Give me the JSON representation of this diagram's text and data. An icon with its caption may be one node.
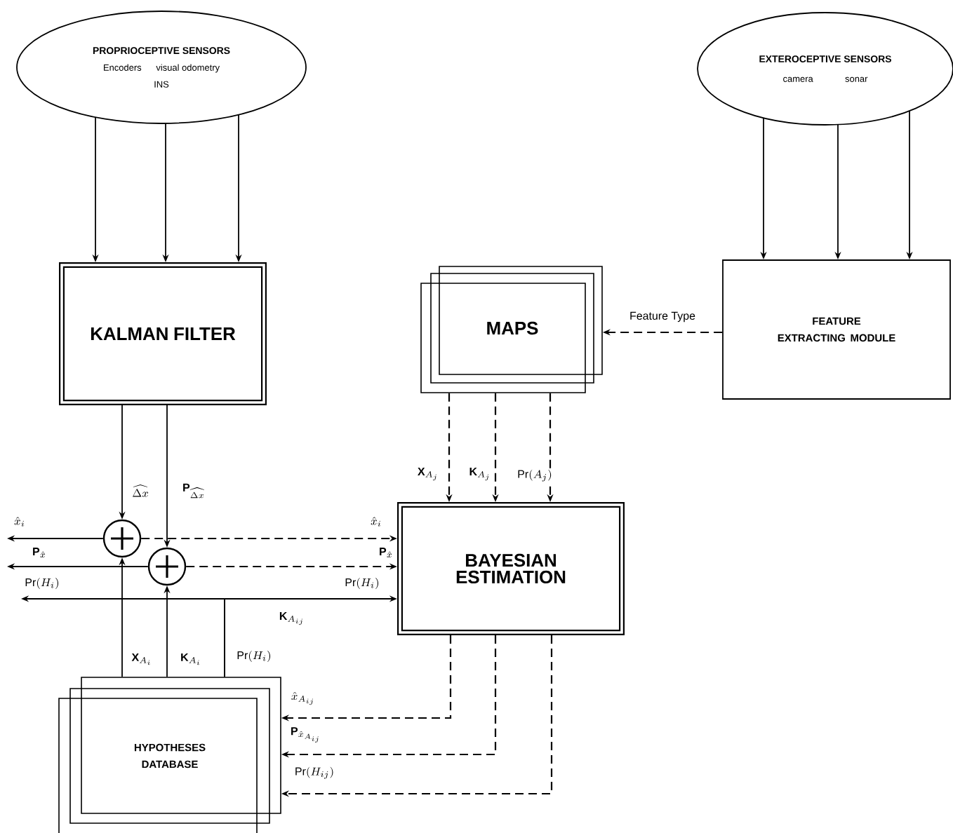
{
  "diagram": {
    "nodes": [
      {
        "text": [
          "PROPRIOCEPTIVE SENSORS",
          "Encoders",
          "visual odometry",
          "INS"
        ]
      },
      {
        "text": [
          "EXTEROCEPTIVE SENSORS",
          "camera",
          "sonar"
        ]
      },
      {
        "text": [
          "KALMAN FILTER"
        ]
      },
      {
        "text": [
          "MAPS"
        ]
      },
      {
        "text": [
          "FEATURE EXTRACTING MODULE"
        ]
      },
      {
        "text": [],
        "shape": "circle"
      },
      {
        "text": [],
        "shape": "circle"
      },
      {
        "text": [
          "BAYESIAN ESTIMATION"
        ]
      },
      {
        "text": [
          "HYPOTHESES DATABASE"
        ]
      }
    ],
    "edges": [
      {
        "from": 0,
        "to": 2,
        "arrow": "to"
      },
      {
        "from": 0,
        "to": 2,
        "arrow": "to"
      },
      {
        "from": 0,
        "to": 2,
        "arrow": "to"
      },
      {
        "from": 1,
        "to": 4,
        "arrow": "to"
      },
      {
        "from": 1,
        "to": 4,
        "arrow": "to"
      },
      {
        "from": 1,
        "to": 4,
        "arrow": "to"
      },
      {
        "from": 4,
        "to": 3,
        "arrow": "to",
        "style": "dashed",
        "label": "Feature Type"
      },
      {
        "from": 3,
        "to": 7,
        "arrow": "to",
        "style": "dashed",
        "label": "\\mathbf{X}_{A_j}"
      },
      {
        "from": 3,
        "to": 7,
        "arrow": "to",
        "style": "dashed",
        "label": "\\mathbf{K}_{A_j}"
      },
      {
        "from": 3,
        "to": 7,
        "arrow": "to",
        "style": "dashed",
        "label": "\\mathrm{Pr}(A_j)"
      },
      {
        "from": 2,
        "to": 5,
        "arrow": "to",
        "label": "\\widehat{\\Delta x}"
      },
      {
        "from": 2,
        "to": 6,
        "arrow": "to",
        "label": "\\mathbf{P}_{\\widehat{\\Delta x}}"
      },
      {
        "from": 5,
        "to": null,
        "arrow": "to",
        "label": "\\hat{x}_i"
      },
      {
        "from": 5,
        "to": 7,
        "arrow": "to",
        "style": "dashed",
        "label": "\\hat{x}_i"
      },
      {
        "from": 6,
        "to": null,
        "arrow": "to",
        "label": "\\mathbf{P}_{\\hat{x}}"
      },
      {
        "from": 6,
        "to": 7,
        "arrow": "to",
        "style": "dashed",
        "label": "\\mathbf{P}_{\\hat{x}}"
      },
      {
        "from": 8,
        "to": null,
        "arrow": "to",
        "label": "\\mathrm{Pr}(H_i)"
      },
      {
        "from": 8,
        "to": 7,
        "arrow": "to",
        "label": "\\mathrm{Pr}(H_i)"
      },
      {
        "from": 8,
        "to": 5,
        "arrow": "to",
        "label": "\\mathbf{X}_{A_i}"
      },
      {
        "from": 8,
        "to": 6,
        "arrow": "to",
        "label": "\\mathbf{K}_{A_i}"
      },
      {
        "from": 7,
        "to": 8,
        "arrow": "to",
        "style": "dashed",
        "label": "\\hat{x}_{A_{ij}}"
      },
      {
        "from": 7,
        "to": 8,
        "arrow": "to",
        "style": "dashed",
        "label": "\\mathbf{P}_{\\hat{x}_{A_{ij}}}"
      },
      {
        "from": 7,
        "to": 8,
        "arrow": "to",
        "style": "dashed",
        "label": "\\mathrm{Pr}(H_{ij})"
      }
    ],
    "labels": [
      "\\mathbf{K}_{A_{ij}}",
      "\\mathrm{Pr}(H_i)"
    ]
  }
}
